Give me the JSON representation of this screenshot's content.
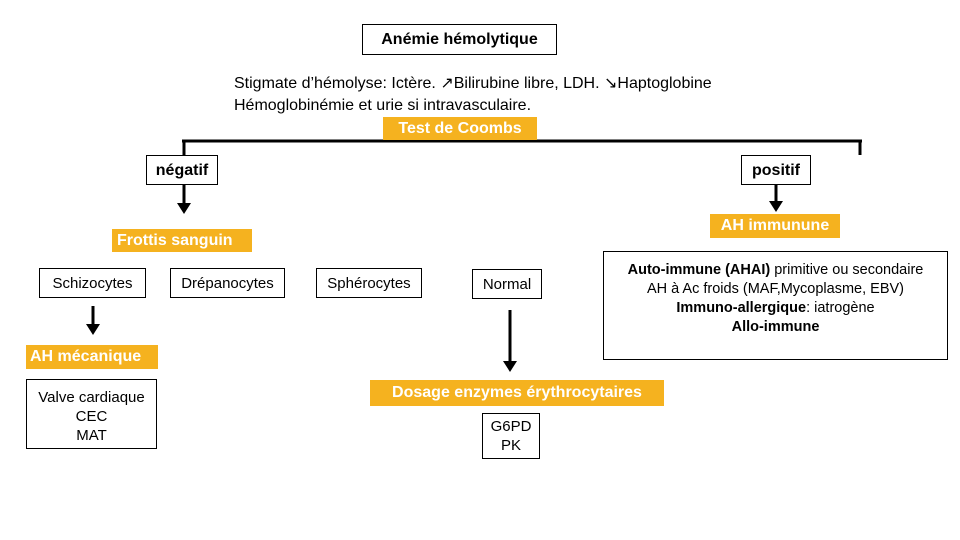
{
  "title": "Anémie hémolytique",
  "intro": {
    "line1": "Stigmate d’hémolyse: Ictère. ↗Bilirubine libre, LDH. ↘Haptoglobine",
    "line2": "Hémoglobinémie et urie si intravasculaire."
  },
  "coombs": "Test de Coombs",
  "branches": {
    "negative": "négatif",
    "positive": "positif"
  },
  "frottis": "Frottis sanguin",
  "smear_results": {
    "schizocytes": "Schizocytes",
    "drepanocytes": "Drépanocytes",
    "spherocytes": "Sphérocytes",
    "normal": "Normal"
  },
  "ah_mecanique": {
    "label": "AH mécanique",
    "causes": [
      "Valve cardiaque",
      "CEC",
      "MAT"
    ]
  },
  "enzymes": {
    "label": "Dosage enzymes érythrocytaires",
    "items": [
      "G6PD",
      "PK"
    ]
  },
  "ah_immune": {
    "label": "AH immunune",
    "auto": {
      "bold": "Auto-immune (AHAI)",
      "rest": " primitive ou secondaire"
    },
    "cold": "AH à Ac froids (MAF,Mycoplasme, EBV)",
    "immuno": {
      "bold": "Immuno-allergique",
      "rest": ": iatrogène"
    },
    "allo": "Allo-immune"
  },
  "colors": {
    "highlight": "#f5b21f",
    "highlight_text": "#ffffff",
    "line": "#000000"
  }
}
